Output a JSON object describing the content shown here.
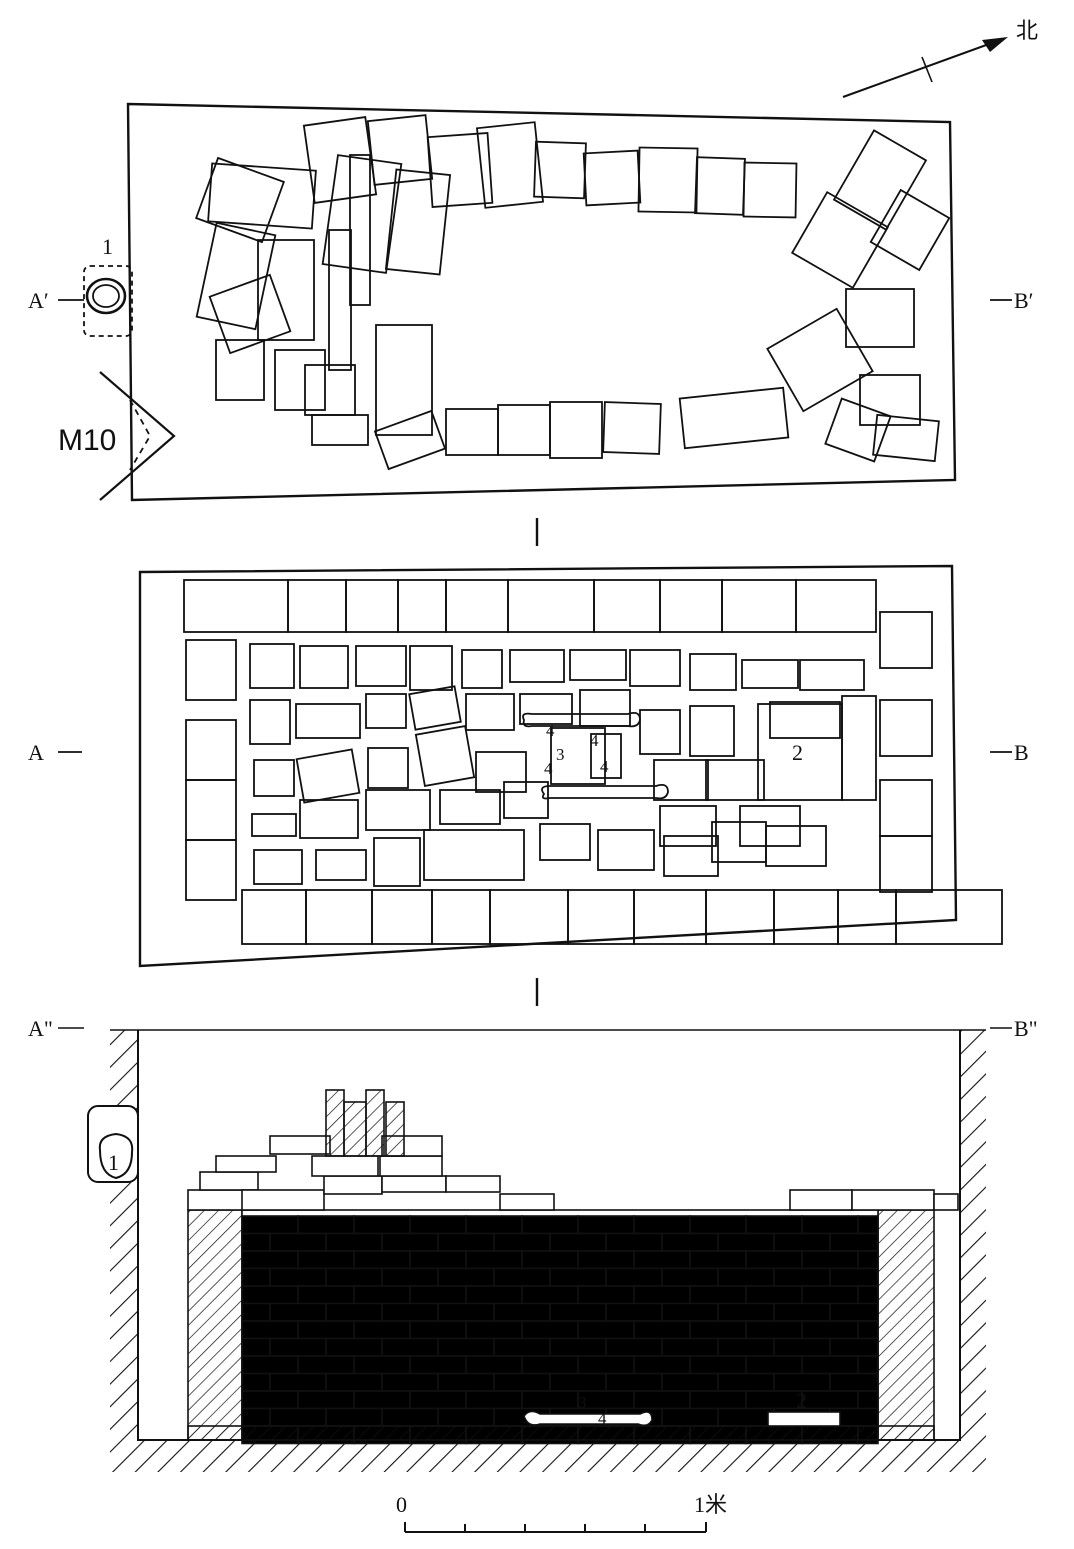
{
  "north_arrow": {
    "label": "北"
  },
  "section_labels": {
    "a_prime": "A′",
    "b_prime": "B′",
    "a": "A",
    "b": "B",
    "a_dprime": "A\"",
    "b_dprime": "B\""
  },
  "adjacent_tomb": "M10",
  "find_numbers": {
    "jar": "1",
    "slab": "2",
    "item3": "3",
    "item4": "4"
  },
  "scale_bar": {
    "start_label": "0",
    "end_label": "1米"
  },
  "separator_mark": "|"
}
